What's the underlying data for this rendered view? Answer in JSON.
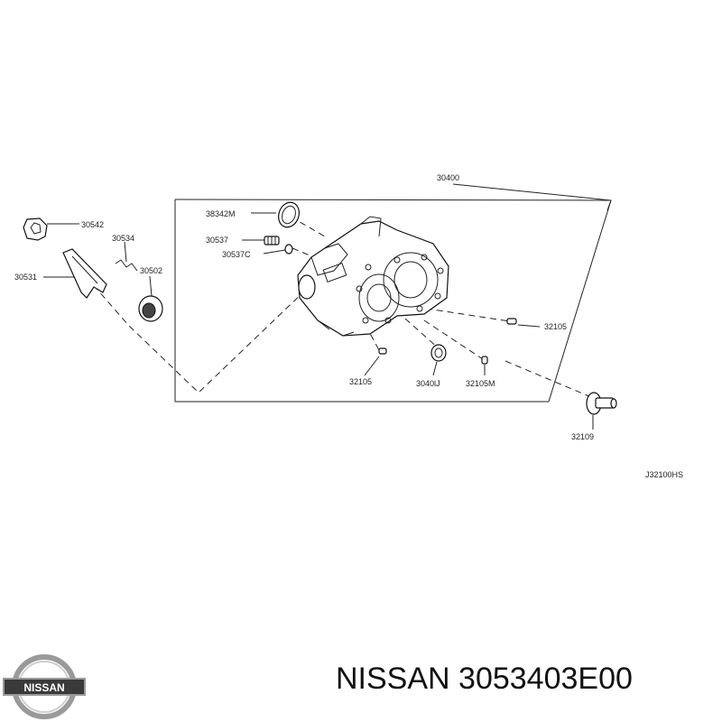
{
  "labels": {
    "p30400": "30400",
    "p38342M": "38342M",
    "p30542": "30542",
    "p30534": "30534",
    "p30537": "30537",
    "p30537C": "30537C",
    "p30531": "30531",
    "p30502": "30502",
    "p32105_right": "32105",
    "p32105_bottom": "32105",
    "p30401J": "3040lJ",
    "p32105M": "32105M",
    "p32109": "32109",
    "ref": "J32100HS"
  },
  "caption": {
    "brand": "NISSAN",
    "part_number": "3053403E00"
  },
  "logo": {
    "text": "NISSAN",
    "colors": {
      "ring": "#9a9a9a",
      "bar": "#3a3a3a",
      "text": "#ffffff"
    }
  }
}
